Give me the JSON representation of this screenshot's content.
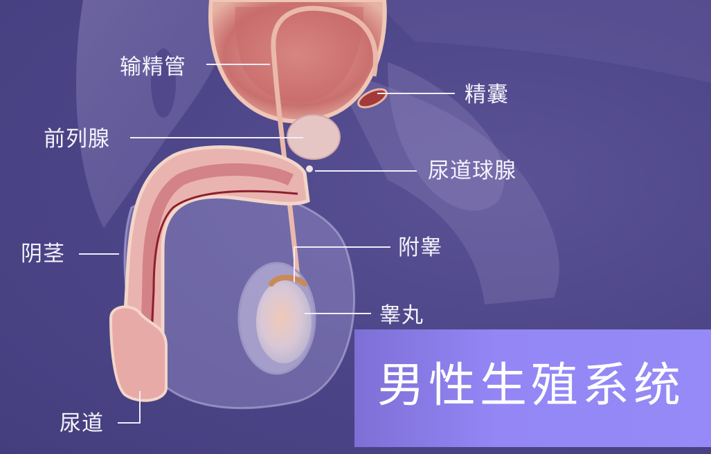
{
  "diagram": {
    "title": "男性生殖系统",
    "labels": {
      "vas_deferens": "输精管",
      "seminal_vesicle": "精囊",
      "prostate": "前列腺",
      "bulbourethral_gland": "尿道球腺",
      "penis": "阴茎",
      "epididymis": "附睾",
      "testis": "睾丸",
      "urethra": "尿道"
    },
    "colors": {
      "background": "#4b4486",
      "title_band": "#958af7",
      "tissue": "#e8a3a3",
      "label_text": "#f4f2fb"
    }
  }
}
